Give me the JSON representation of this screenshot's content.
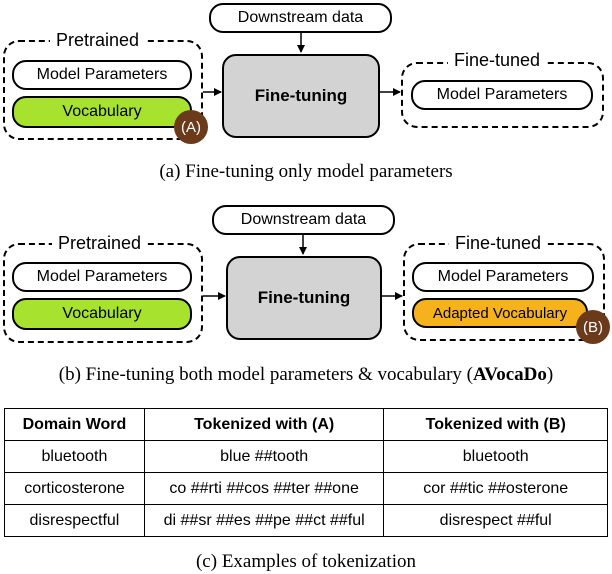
{
  "panel_a": {
    "downstream": "Downstream data",
    "pretrained_label": "Pretrained",
    "model_params": "Model Parameters",
    "vocabulary": "Vocabulary",
    "badge": "(A)",
    "finetuning": "Fine-tuning",
    "finetuned_label": "Fine-tuned",
    "finetuned_model_params": "Model Parameters",
    "caption": "(a) Fine-tuning only model parameters"
  },
  "panel_b": {
    "downstream": "Downstream data",
    "pretrained_label": "Pretrained",
    "model_params": "Model Parameters",
    "vocabulary": "Vocabulary",
    "finetuning": "Fine-tuning",
    "finetuned_label": "Fine-tuned",
    "finetuned_model_params": "Model Parameters",
    "adapted_vocabulary": "Adapted Vocabulary",
    "badge": "(B)",
    "caption_prefix": "(b) Fine-tuning both model parameters & vocabulary (",
    "caption_bold": "AVocaDo",
    "caption_suffix": ")"
  },
  "table": {
    "headers": [
      "Domain Word",
      "Tokenized with (A)",
      "Tokenized with (B)"
    ],
    "rows": [
      [
        "bluetooth",
        "blue ##tooth",
        "bluetooth"
      ],
      [
        "corticosterone",
        "co ##rti ##cos ##ter ##one",
        "cor ##tic ##osterone"
      ],
      [
        "disrespectful",
        "di ##sr ##es ##pe ##ct ##ful",
        "disrespect ##ful"
      ]
    ],
    "caption": "(c) Examples of tokenization"
  },
  "colors": {
    "vocabulary": "#a6e22e",
    "adapted_vocabulary": "#f5b21c",
    "finetuning_box": "#d3d3d3",
    "badge": "#6b3a1a"
  }
}
